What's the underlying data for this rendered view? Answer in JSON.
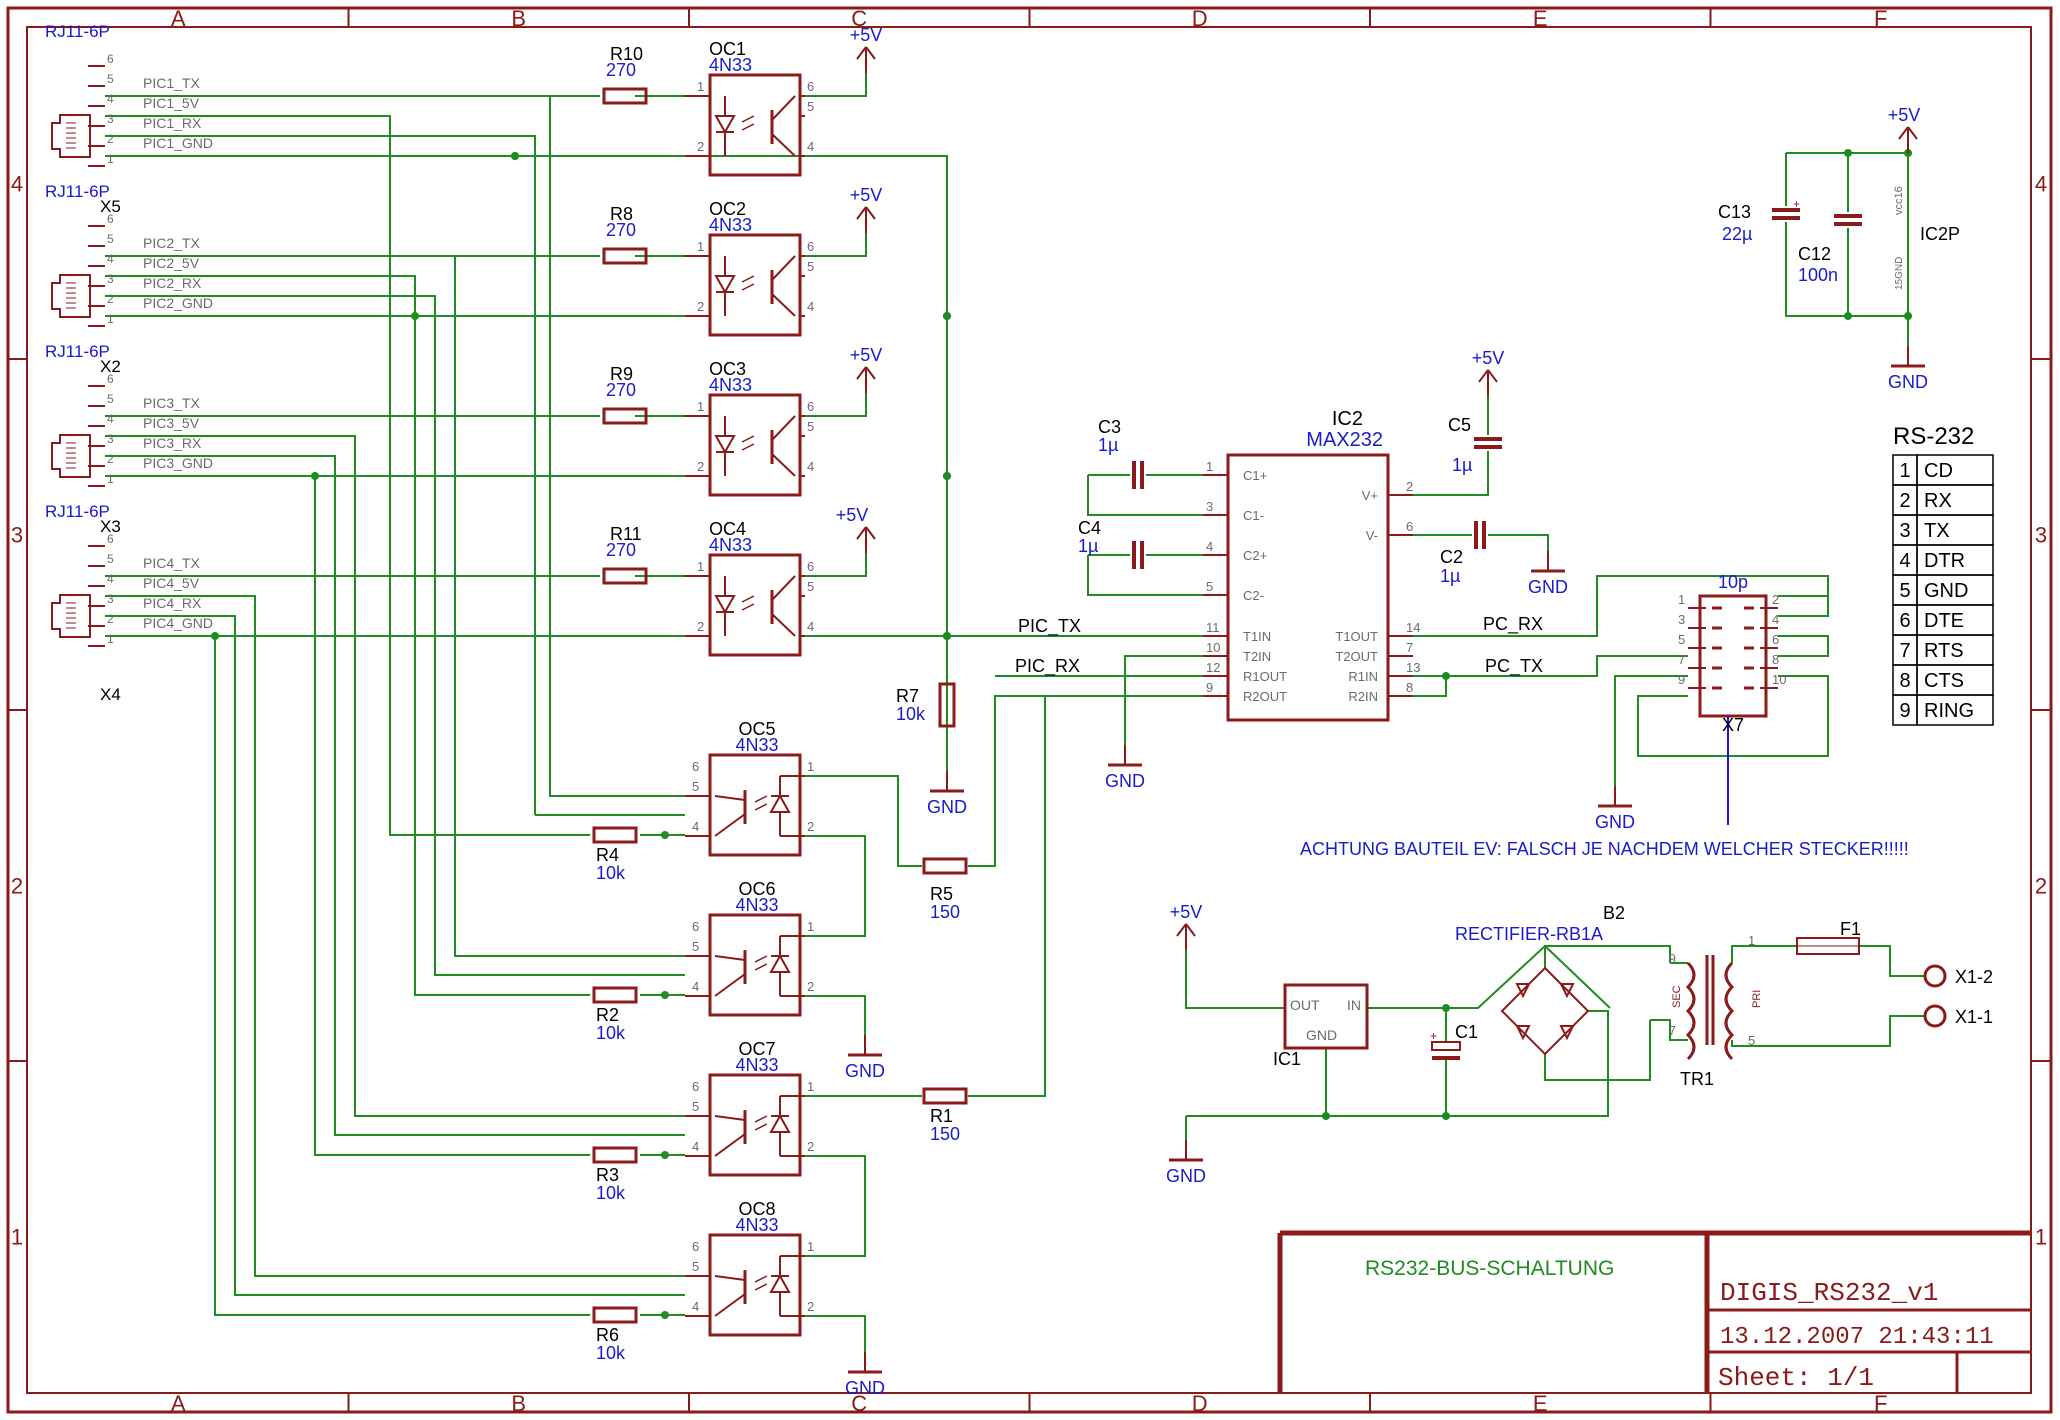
{
  "frame": {
    "columns": [
      "A",
      "B",
      "C",
      "D",
      "E",
      "F"
    ],
    "rows": [
      "4",
      "3",
      "2",
      "1"
    ]
  },
  "colors": {
    "symbol": "#8b1a1a",
    "net": "#1e8c1e",
    "name": "#1a1ad0",
    "label": "#000000",
    "pin": "#6b6b6b"
  },
  "connectors": [
    {
      "type": "RJ11-6P",
      "ref": "X5",
      "pins": [
        "6",
        "5",
        "4",
        "3",
        "2",
        "1"
      ],
      "nets": [
        "PIC1_TX",
        "PIC1_5V",
        "PIC1_RX",
        "PIC1_GND"
      ]
    },
    {
      "type": "RJ11-6P",
      "ref": "X2",
      "pins": [
        "6",
        "5",
        "4",
        "3",
        "2",
        "1"
      ],
      "nets": [
        "PIC2_TX",
        "PIC2_5V",
        "PIC2_RX",
        "PIC2_GND"
      ]
    },
    {
      "type": "RJ11-6P",
      "ref": "X3",
      "pins": [
        "6",
        "5",
        "4",
        "3",
        "2",
        "1"
      ],
      "nets": [
        "PIC3_TX",
        "PIC3_5V",
        "PIC3_RX",
        "PIC3_GND"
      ]
    },
    {
      "type": "RJ11-6P",
      "ref": "X4",
      "pins": [
        "6",
        "5",
        "4",
        "3",
        "2",
        "1"
      ],
      "nets": [
        "PIC4_TX",
        "PIC4_5V",
        "PIC4_RX",
        "PIC4_GND"
      ]
    }
  ],
  "tx_resistors": [
    {
      "ref": "R10",
      "value": "270"
    },
    {
      "ref": "R8",
      "value": "270"
    },
    {
      "ref": "R9",
      "value": "270"
    },
    {
      "ref": "R11",
      "value": "270"
    }
  ],
  "tx_couplers": [
    {
      "ref": "OC1",
      "type": "4N33",
      "pins": [
        "1",
        "2",
        "6",
        "5",
        "4"
      ]
    },
    {
      "ref": "OC2",
      "type": "4N33",
      "pins": [
        "1",
        "2",
        "6",
        "5",
        "4"
      ]
    },
    {
      "ref": "OC3",
      "type": "4N33",
      "pins": [
        "1",
        "2",
        "6",
        "5",
        "4"
      ]
    },
    {
      "ref": "OC4",
      "type": "4N33",
      "pins": [
        "1",
        "2",
        "6",
        "5",
        "4"
      ]
    }
  ],
  "rx_couplers": [
    {
      "ref": "OC5",
      "type": "4N33",
      "pins": [
        "6",
        "5",
        "4",
        "1",
        "2"
      ]
    },
    {
      "ref": "OC6",
      "type": "4N33",
      "pins": [
        "6",
        "5",
        "4",
        "1",
        "2"
      ]
    },
    {
      "ref": "OC7",
      "type": "4N33",
      "pins": [
        "6",
        "5",
        "4",
        "1",
        "2"
      ]
    },
    {
      "ref": "OC8",
      "type": "4N33",
      "pins": [
        "6",
        "5",
        "4",
        "1",
        "2"
      ]
    }
  ],
  "rx_resistors": [
    {
      "ref": "R4",
      "value": "10k"
    },
    {
      "ref": "R2",
      "value": "10k"
    },
    {
      "ref": "R3",
      "value": "10k"
    },
    {
      "ref": "R6",
      "value": "10k"
    }
  ],
  "misc_resistors": [
    {
      "ref": "R7",
      "value": "10k"
    },
    {
      "ref": "R5",
      "value": "150"
    },
    {
      "ref": "R1",
      "value": "150"
    }
  ],
  "supply": {
    "vcc": "+5V",
    "gnd": "GND"
  },
  "max232": {
    "ref": "IC2",
    "type": "MAX232",
    "left_pins": [
      {
        "num": "1",
        "name": "C1+"
      },
      {
        "num": "3",
        "name": "C1-"
      },
      {
        "num": "4",
        "name": "C2+"
      },
      {
        "num": "5",
        "name": "C2-"
      },
      {
        "num": "11",
        "name": "T1IN"
      },
      {
        "num": "10",
        "name": "T2IN"
      },
      {
        "num": "12",
        "name": "R1OUT"
      },
      {
        "num": "9",
        "name": "R2OUT"
      }
    ],
    "right_pins": [
      {
        "num": "2",
        "name": "V+"
      },
      {
        "num": "6",
        "name": "V-"
      },
      {
        "num": "14",
        "name": "T1OUT"
      },
      {
        "num": "7",
        "name": "T2OUT"
      },
      {
        "num": "13",
        "name": "R1IN"
      },
      {
        "num": "8",
        "name": "R2IN"
      }
    ]
  },
  "caps": [
    {
      "ref": "C3",
      "value": "1µ"
    },
    {
      "ref": "C4",
      "value": "1µ"
    },
    {
      "ref": "C5",
      "value": "1µ"
    },
    {
      "ref": "C2",
      "value": "1µ"
    },
    {
      "ref": "C13",
      "value": "22µ"
    },
    {
      "ref": "C12",
      "value": "100n"
    },
    {
      "ref": "C1",
      "value": ""
    }
  ],
  "power_ic": {
    "ref": "IC2P",
    "pin_top": "vcc16",
    "pin_bottom": "15GND"
  },
  "net_labels": {
    "pic_tx": "PIC_TX",
    "pic_rx": "PIC_RX",
    "pc_rx": "PC_RX",
    "pc_tx": "PC_TX"
  },
  "header": {
    "ref": "X7",
    "type": "10p",
    "pins": [
      "1",
      "2",
      "3",
      "4",
      "5",
      "6",
      "7",
      "8",
      "9",
      "10"
    ]
  },
  "rs232_table": {
    "title": "RS-232",
    "rows": [
      {
        "num": "1",
        "name": "CD"
      },
      {
        "num": "2",
        "name": "RX"
      },
      {
        "num": "3",
        "name": "TX"
      },
      {
        "num": "4",
        "name": "DTR"
      },
      {
        "num": "5",
        "name": "GND"
      },
      {
        "num": "6",
        "name": "DTE"
      },
      {
        "num": "7",
        "name": "RTS"
      },
      {
        "num": "8",
        "name": "CTS"
      },
      {
        "num": "9",
        "name": "RING"
      }
    ]
  },
  "warning": "ACHTUNG BAUTEIL EV: FALSCH JE NACHDEM WELCHER STECKER!!!!!",
  "psu": {
    "regulator": {
      "ref": "IC1",
      "out": "OUT",
      "in": "IN",
      "gnd": "GND"
    },
    "rectifier": {
      "ref": "B2",
      "type": "RECTIFIER-RB1A"
    },
    "transformer": {
      "ref": "TR1",
      "sec": "SEC",
      "pri": "PRI",
      "pins": [
        "9",
        "7",
        "1",
        "5"
      ]
    },
    "fuse": {
      "ref": "F1"
    },
    "terminals": [
      "X1-2",
      "X1-1"
    ]
  },
  "title_block": {
    "project": "RS232-BUS-SCHALTUNG",
    "drawing": "DIGIS_RS232_v1",
    "date": "13.12.2007  21:43:11",
    "sheet": "Sheet: 1/1"
  }
}
